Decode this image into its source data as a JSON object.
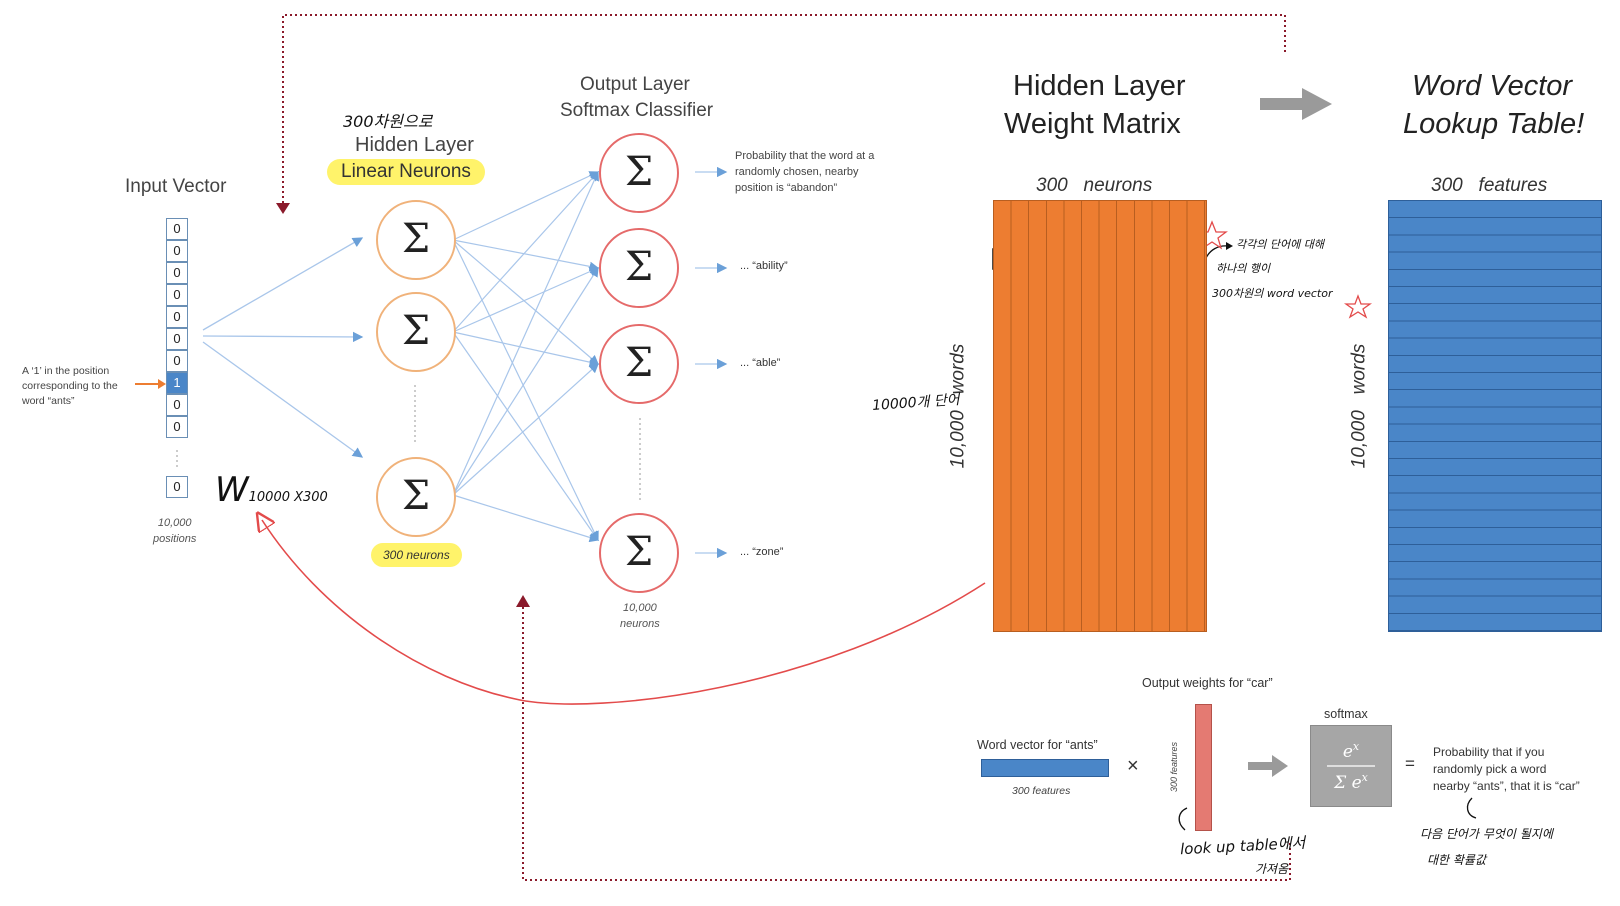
{
  "input": {
    "title": "Input Vector",
    "cells": [
      "0",
      "0",
      "0",
      "0",
      "0",
      "0",
      "0",
      "1",
      "0",
      "0"
    ],
    "last_cell": "0",
    "caption": "10,000\npositions",
    "annotation": "A ‘1’ in the position\ncorresponding to the\nword “ants”"
  },
  "hidden": {
    "handwritten_note": "300차원으로",
    "title": "Hidden Layer",
    "highlight": "Linear Neurons",
    "node_symbol": "Σ",
    "neurons_label": "300 neurons"
  },
  "output": {
    "title_line1": "Output Layer",
    "title_line2": "Softmax Classifier",
    "neurons_label": "10,000\nneurons",
    "prob_abandon": "Probability that the word at a\nrandomly chosen, nearby\nposition is “abandon”",
    "prob_ability": "... “ability”",
    "prob_able": "... “able”",
    "prob_zone": "... “zone”"
  },
  "weight_note": "W",
  "weight_note_sub": "10000 X300",
  "matrix": {
    "title_line1": "Hidden Layer",
    "title_line2": "Weight Matrix",
    "top_label": "300   neurons",
    "side_label": "10,000   words",
    "hand_side": "10000개 단어",
    "hand_row1": "각각의 단어에 대해",
    "hand_row2": "하나의 행이",
    "hand_row3": "300차원의 word vector"
  },
  "lookup": {
    "title_line1": "Word Vector",
    "title_line2": "Lookup Table!",
    "top_label": "300   features",
    "side_label": "10,000   words"
  },
  "bottom": {
    "output_weights_label": "Output weights for “car”",
    "word_vector_label": "Word vector for “ants”",
    "features_label": "300 features",
    "vertical_features_label": "300 features",
    "times": "×",
    "softmax_label": "softmax",
    "equals": "=",
    "probability_text": "Probability that if you\nrandomly pick a word\nnearby “ants”, that it is “car”",
    "hand_lookup": "look up table에서",
    "hand_lookup2": "가져옴",
    "hand_next1": "다음 단어가 무엇이 될지에",
    "hand_next2": "대한 확률값"
  },
  "colors": {
    "orange": "#ed7d31",
    "blue": "#4a86c8",
    "salmon": "#e47a72",
    "highlight": "#fff36a",
    "dark_red": "#8b1a2b"
  }
}
